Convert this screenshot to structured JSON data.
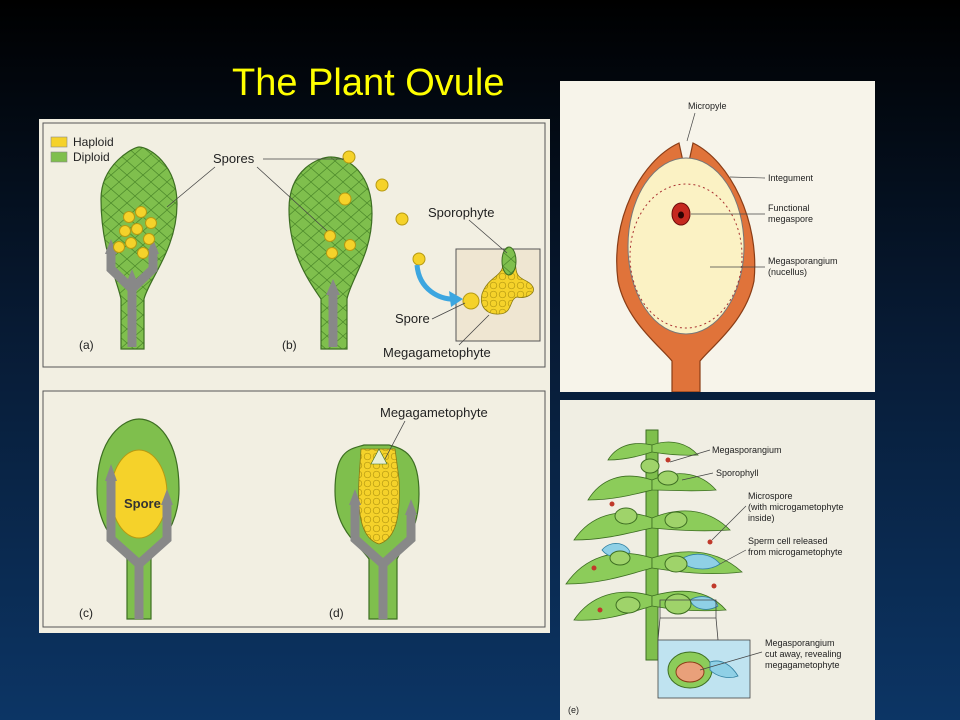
{
  "slide": {
    "title": "The Plant Ovule"
  },
  "panel_left": {
    "legend": {
      "haploid": "Haploid",
      "diploid": "Diploid"
    },
    "labels": {
      "spores": "Spores",
      "sporophyte": "Sporophyte",
      "spore": "Spore",
      "megagametophyte_b": "Megagametophyte",
      "megagametophyte_d": "Megagametophyte",
      "spore_c": "Spore"
    },
    "panel_letters": {
      "a": "(a)",
      "b": "(b)",
      "c": "(c)",
      "d": "(d)"
    }
  },
  "panel_ovule": {
    "labels": {
      "micropyle": "Micropyle",
      "integument": "Integument",
      "functional_megaspore_1": "Functional",
      "functional_megaspore_2": "megaspore",
      "megasporangium_1": "Megasporangium",
      "megasporangium_2": "(nucellus)"
    }
  },
  "panel_plant": {
    "labels": {
      "megasporangium": "Megasporangium",
      "sporophyll": "Sporophyll",
      "microspore_1": "Microspore",
      "microspore_2": "(with microgametophyte",
      "microspore_3": "inside)",
      "sperm_1": "Sperm cell released",
      "sperm_2": "from microgametophyte",
      "cutaway_1": "Megasporangium",
      "cutaway_2": "cut away, revealing",
      "cutaway_3": "megagametophyte"
    },
    "panel_letter": "(e)"
  },
  "colors": {
    "title": "#ffff00",
    "haploid": "#f5d22a",
    "diploid": "#7fbf4d",
    "integument": "#e0733a",
    "nucellus": "#fbf2c4",
    "microspore_blue": "#8fd0e6"
  }
}
